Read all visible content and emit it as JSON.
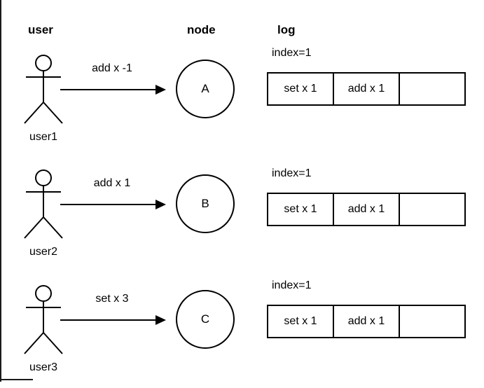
{
  "page": {
    "background": "#ffffff",
    "stroke_color": "#000000"
  },
  "headers": {
    "user": "user",
    "node": "node",
    "log": "log"
  },
  "rows": [
    {
      "actor_label": "user1",
      "command_label": "add x -1",
      "node_label": "A",
      "log_index": "index=1",
      "log_cells": [
        "set x 1",
        "add x 1",
        ""
      ]
    },
    {
      "actor_label": "user2",
      "command_label": "add x 1",
      "node_label": "B",
      "log_index": "index=1",
      "log_cells": [
        "set x 1",
        "add x 1",
        ""
      ]
    },
    {
      "actor_label": "user3",
      "command_label": "set x 3",
      "node_label": "C",
      "log_index": "index=1",
      "log_cells": [
        "set x 1",
        "add x 1",
        ""
      ]
    }
  ]
}
